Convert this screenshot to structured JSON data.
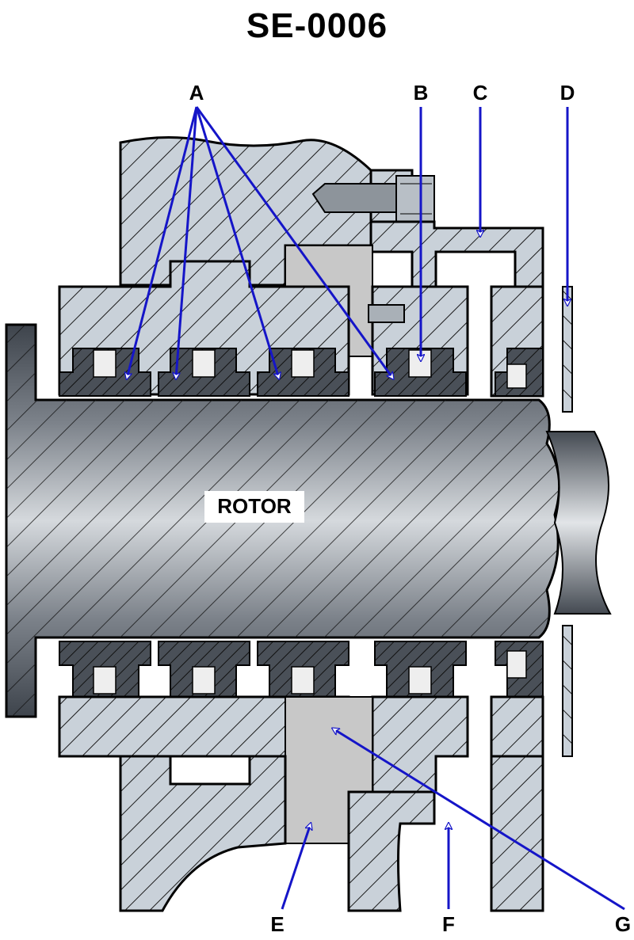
{
  "title": "SE-0006",
  "rotor_label": "ROTOR",
  "callouts": {
    "a": "A",
    "b": "B",
    "c": "C",
    "d": "D",
    "e": "E",
    "f": "F",
    "g": "G"
  },
  "colors": {
    "arrow": "#1515c8",
    "housing": "#c8d0d8",
    "ring": "#4a5058",
    "rotor_dark": "#5a6068",
    "rotor_light": "#c8ccd0",
    "gap": "#c8c8c8",
    "hatch": "#1a1a1a"
  }
}
